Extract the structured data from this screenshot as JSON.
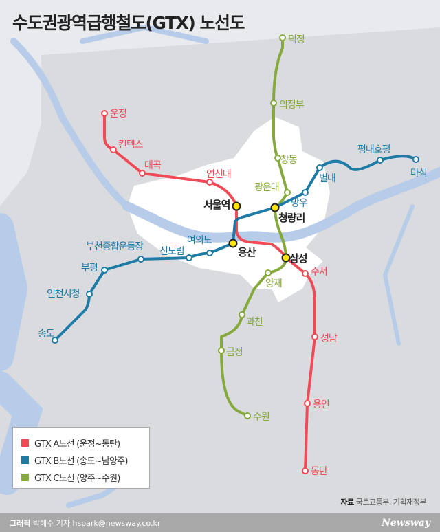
{
  "title": "수도권광역급행철도(GTX) 노선도",
  "colors": {
    "line_a": "#ef4a55",
    "line_b": "#1d7ba6",
    "line_c": "#86a93d",
    "transfer": "#ffe600"
  },
  "stations": {
    "unjeong": "운정",
    "kintex": "킨텍스",
    "daegok": "대곡",
    "yeonsinnae": "연신내",
    "seoul": "서울역",
    "samseong": "삼성",
    "suseo": "수서",
    "seongnam": "성남",
    "yongin": "용인",
    "dongtan": "동탄",
    "songdo": "송도",
    "incheon": "인천시청",
    "bupyeong": "부평",
    "bucheon": "부천종합운동장",
    "sindorim": "신도림",
    "yeouido": "여의도",
    "yongsan": "용산",
    "cheongnyangni": "청량리",
    "mangu": "망우",
    "byeollae": "별내",
    "pyeongnae": "평내호평",
    "maseok": "마석",
    "deokjeong": "덕정",
    "uijeongbu": "의정부",
    "changdong": "창동",
    "gwangundae": "광운대",
    "yangjae": "양재",
    "gwacheon": "과천",
    "geumjeong": "금정",
    "suwon": "수원"
  },
  "legend": [
    {
      "label": "GTX A노선 (운정~동탄)",
      "color": "#ef4a55"
    },
    {
      "label": "GTX B노선 (송도~남양주)",
      "color": "#1d7ba6"
    },
    {
      "label": "GTX C노선 (양주~수원)",
      "color": "#86a93d"
    }
  ],
  "source": {
    "label": "자료",
    "text": "국토교통부, 기획재정부"
  },
  "footer": {
    "credit_label": "그래픽",
    "credit": "박혜수 기자 hspark@newsway.co.kr",
    "brand": "Newsway"
  }
}
